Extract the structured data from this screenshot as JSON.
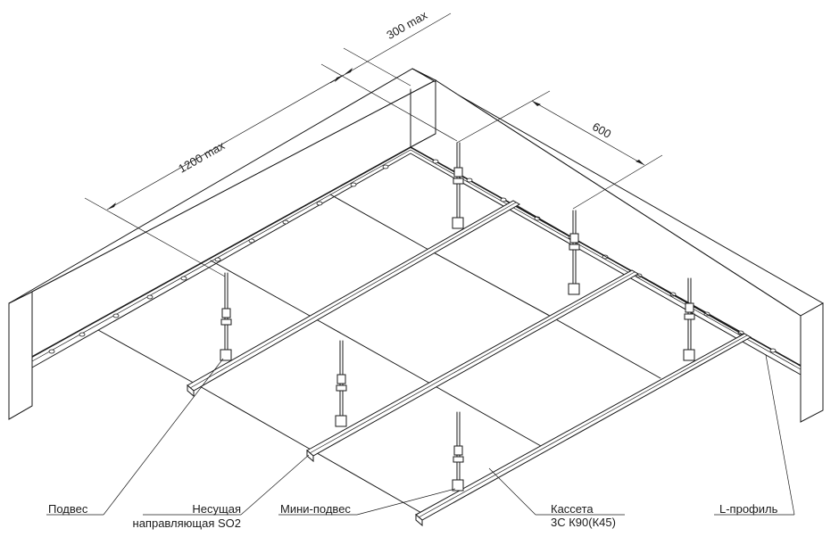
{
  "dimensions": {
    "span_1200": "1200 max",
    "span_300": "300 max",
    "span_600": "600"
  },
  "labels": {
    "podves": "Подвес",
    "nesushchaya_line1": "Несущая",
    "nesushchaya_line2": "направляющая SO2",
    "mini_podves": "Мини-подвес",
    "kasseta_line1": "Кассета",
    "kasseta_line2": "3С К90(К45)",
    "l_profil": "L-профиль"
  }
}
